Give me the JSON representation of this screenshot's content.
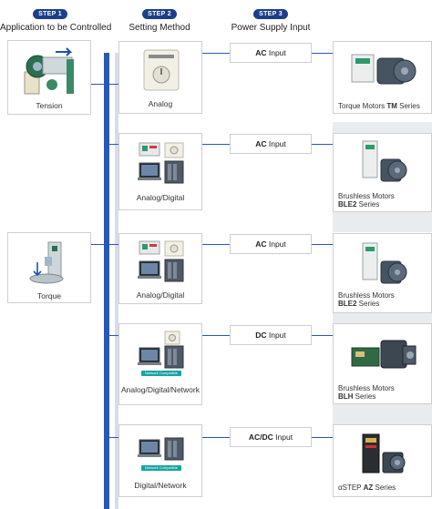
{
  "steps": [
    {
      "pill": "STEP 1",
      "title": "Application to be Controlled"
    },
    {
      "pill": "STEP 2",
      "title": "Setting Method"
    },
    {
      "pill": "STEP 3",
      "title": "Power Supply Input"
    }
  ],
  "applications": [
    {
      "label": "Tension"
    },
    {
      "label": "Torque"
    }
  ],
  "setting_methods": [
    {
      "label": "Analog"
    },
    {
      "label": "Analog/Digital"
    },
    {
      "label": "Analog/Digital"
    },
    {
      "label": "Analog/Digital/Network"
    },
    {
      "label": "Digital/Network"
    }
  ],
  "network_tag": "Network Compatible",
  "power_inputs": [
    {
      "bold": "AC",
      "rest": " Input"
    },
    {
      "bold": "AC",
      "rest": " Input"
    },
    {
      "bold": "AC",
      "rest": " Input"
    },
    {
      "bold": "DC",
      "rest": " Input"
    },
    {
      "bold": "AC/DC",
      "rest": " Input"
    }
  ],
  "motors": [
    {
      "line1": "Torque Motors ",
      "bold": "TM",
      "line2": " Series"
    },
    {
      "line1": "Brushless Motors",
      "bold": "BLE2",
      "line2": " Series"
    },
    {
      "line1": "Brushless Motors",
      "bold": "BLE2",
      "line2": " Series"
    },
    {
      "line1": "Brushless Motors",
      "bold": "BLH",
      "line2": " Series"
    },
    {
      "line1": "αSTEP ",
      "bold": "AZ",
      "line2": " Series"
    }
  ],
  "colors": {
    "accent": "#1d3f8a",
    "connector": "#2a57b3",
    "network_tag": "#16a3a3"
  }
}
